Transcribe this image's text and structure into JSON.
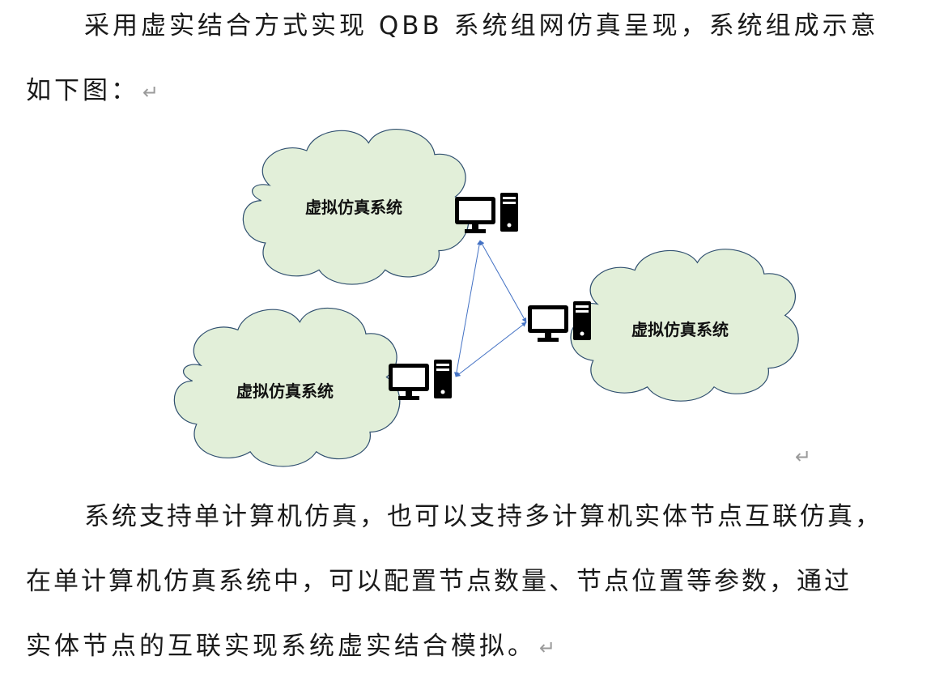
{
  "paragraphs": {
    "intro_line1": "采用虚实结合方式实现 QBB 系统组网仿真呈现，系统组成示意",
    "intro_line2": "如下图：",
    "body_line1": "系统支持单计算机仿真，也可以支持多计算机实体节点互联仿真，",
    "body_line2": "在单计算机仿真系统中，可以配置节点数量、节点位置等参数，通过",
    "body_line3": "实体节点的互联实现系统虚实结合模拟。",
    "return_mark": "↵"
  },
  "diagram": {
    "clouds": [
      {
        "label": "虚拟仿真系统"
      },
      {
        "label": "虚拟仿真系统"
      },
      {
        "label": "虚拟仿真系统"
      }
    ],
    "icons": [
      "computer-icon",
      "computer-icon",
      "computer-icon"
    ],
    "colors": {
      "cloud_fill": "#e2efd9",
      "cloud_stroke": "#2f4f6f",
      "link": "#4472c4"
    }
  }
}
